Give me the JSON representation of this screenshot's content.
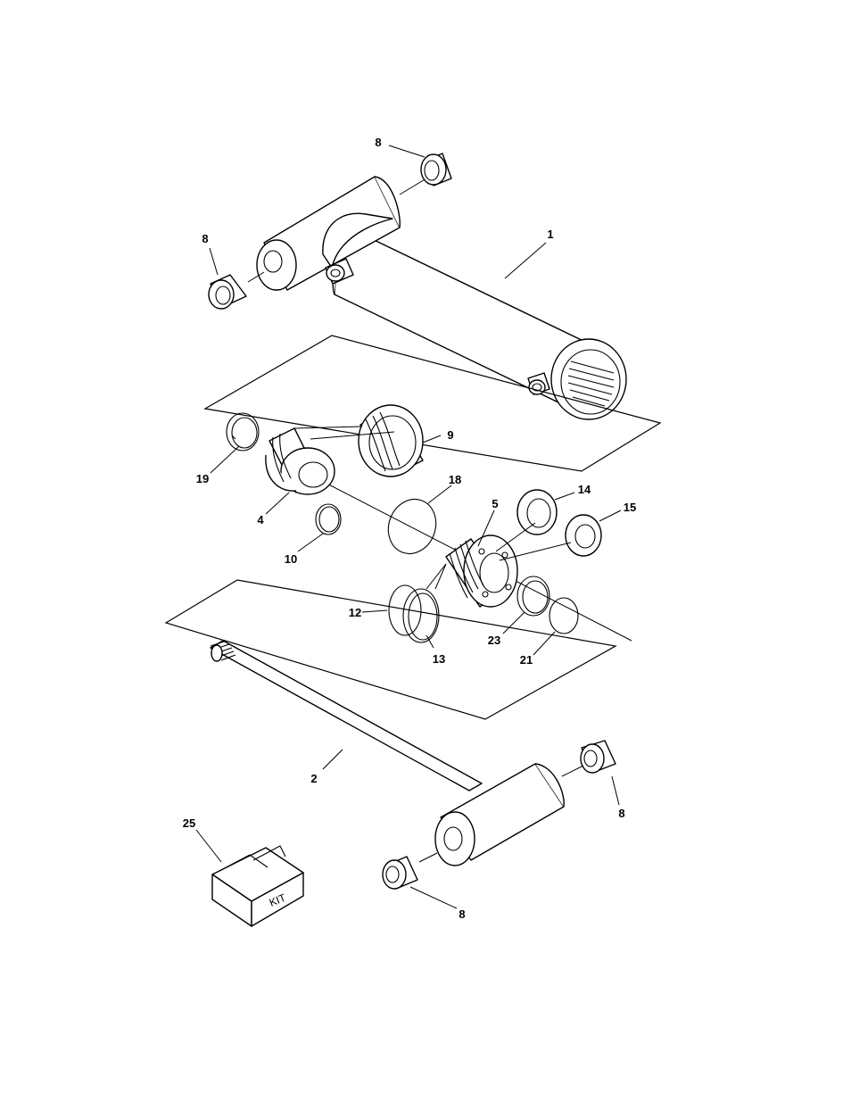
{
  "callouts": {
    "c1": "1",
    "c2": "2",
    "c4": "4",
    "c5": "5",
    "c8_top": "8",
    "c8_left": "8",
    "c8_right": "8",
    "c8_bottom": "8",
    "c9": "9",
    "c10": "10",
    "c12": "12",
    "c13": "13",
    "c14": "14",
    "c15": "15",
    "c18": "18",
    "c19": "19",
    "c21": "21",
    "c23": "23",
    "c25": "25"
  },
  "kit_label": "KIT"
}
